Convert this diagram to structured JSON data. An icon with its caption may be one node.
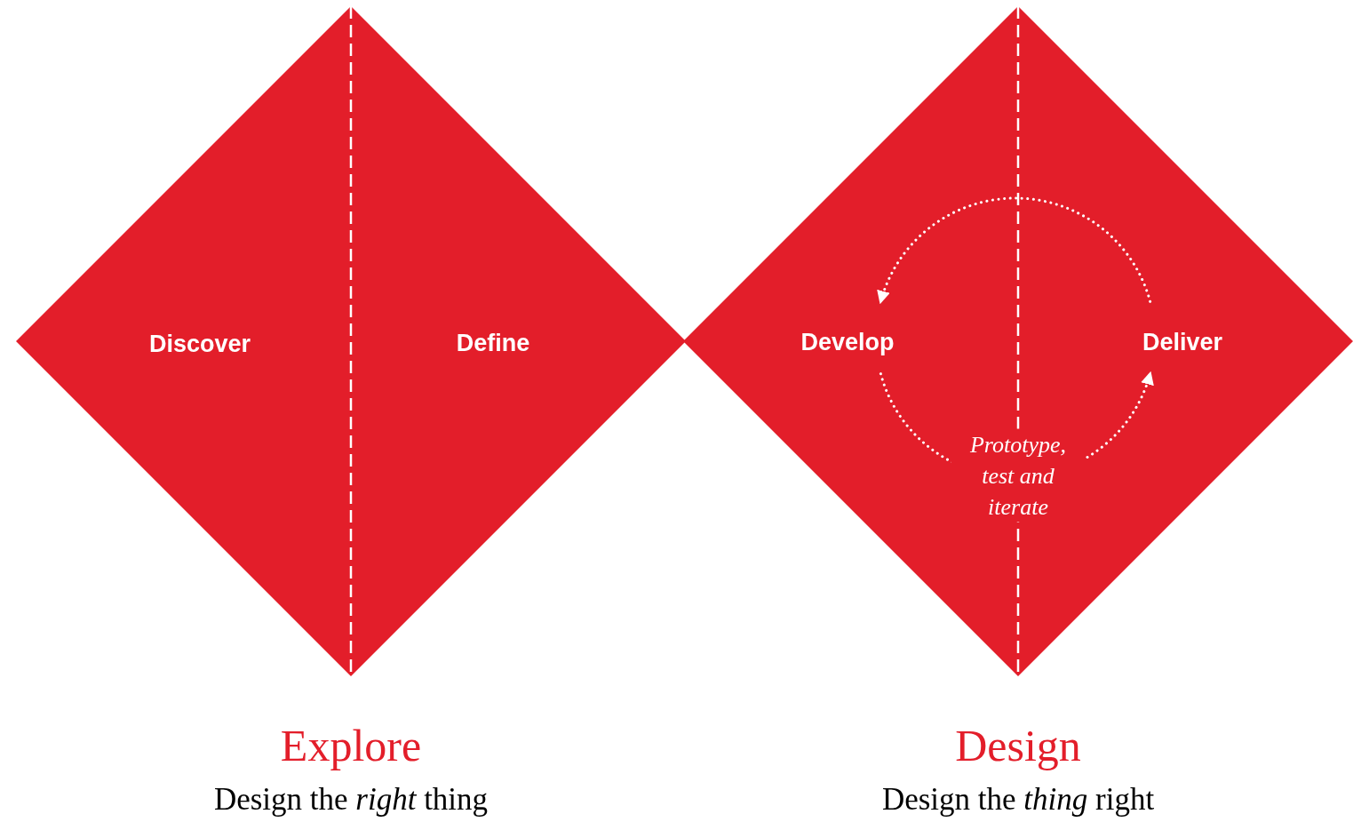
{
  "diagram": {
    "nodes": [
      {
        "text": [
          "Explore",
          "Design the *right* thing"
        ]
      },
      {
        "text": [
          "Discover"
        ],
        "in": 0
      },
      {
        "text": [
          "Define"
        ],
        "in": 0
      },
      {
        "text": [
          "Design",
          "Design the *thing* right"
        ]
      },
      {
        "text": [
          "Develop"
        ],
        "in": 3
      },
      {
        "text": [
          "Deliver"
        ],
        "in": 3
      }
    ],
    "edges": [
      {
        "from": 5,
        "to": 4,
        "arrow": "to"
      },
      {
        "from": 4,
        "to": 5,
        "arrow": "to",
        "label": "Prototype, test and iterate"
      }
    ]
  }
}
